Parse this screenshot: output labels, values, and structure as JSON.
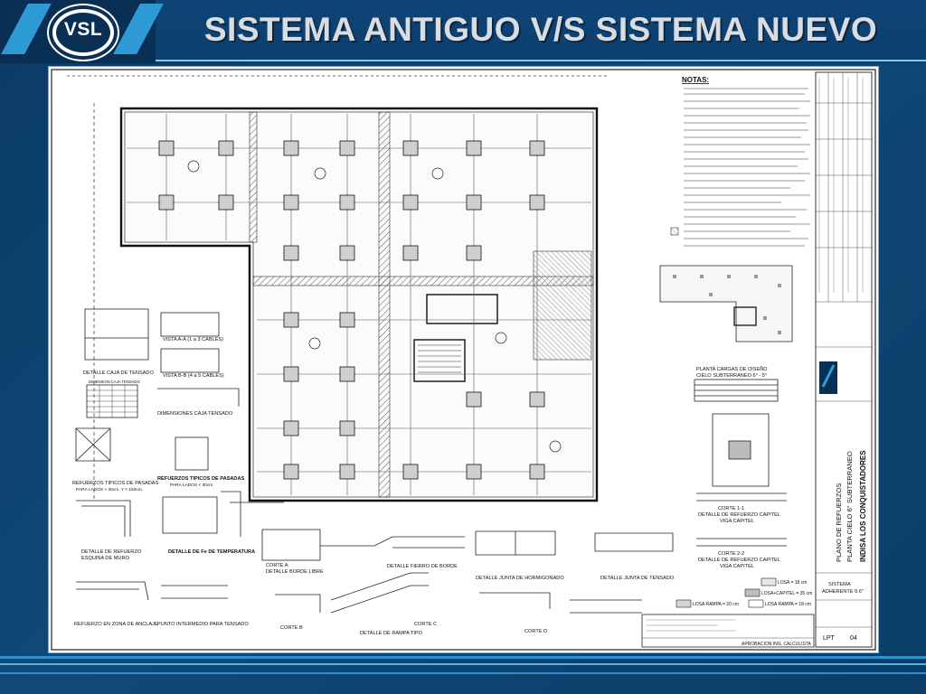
{
  "header": {
    "logo": "VSL",
    "title": "SISTEMA ANTIGUO V/S SISTEMA NUEVO"
  },
  "drawing": {
    "notes_title": "NOTAS:",
    "sections": {
      "vista_aa": "VISTA A-A (1 a 3 CABLES)",
      "vista_bb": "VISTA B-B (4 a 5 CABLES)",
      "detalle_caja": "DETALLE CAJA DE TENSADO",
      "dimensiones_caja_titulo": "DIMENSION CAJA TENSADO",
      "dimensiones_caja": "DIMENSIONES CAJA TENSADO",
      "refuerzos_pasadas_a": "REFUERZOS TIPICOS DE PASADAS",
      "pasadas_lados_a": "PARA LADOS > 30cm. Y < 160cm.",
      "refuerzos_pasadas_b": "REFUERZOS TIPICOS DE PASADAS",
      "pasadas_lados_b": "PARA LADOS < 30cm.",
      "detalle_esquina": "DETALLE DE REFUERZO",
      "esquina_muro": "ESQUINA DE MURO",
      "detalle_temperatura": "DETALLE DE Fe DE TEMPERATURA",
      "refuerzo_anclaje": "REFUERZO EN ZONA DE ANCLAJE",
      "punto_intermedio": "PUNTO INTERMEDIO PARA TENSADO",
      "corte_a": "CORTE A",
      "detalle_borde_libre": "DETALLE BORDE LIBRE",
      "detalle_fierro_borde": "DETALLE FIERRO DE BORDE",
      "corte_b": "CORTE B",
      "corte_c": "CORTE C",
      "detalle_rampa": "DETALLE DE RAMPA TIPO",
      "detalle_junta_horm": "DETALLE JUNTA DE HORMIGONADO",
      "detalle_junta_tens": "DETALLE JUNTA DE TENSADO",
      "corte_d": "CORTE D",
      "planta_cargas": "PLANTA CARGAS DE DISEÑO",
      "cielo_sub": "CIELO SUBTERRANEO 6° - 5°",
      "corte_11": "CORTE 1-1",
      "detalle_capitel": "DETALLE DE REFUERZO CAPITEL",
      "viga_capitel": "VIGA CAPITEL",
      "corte_22": "CORTE 2-2",
      "detalle_capitel_2": "DETALLE DE REFUERZO CAPITEL",
      "viga_capitel_2": "VIGA CAPITEL"
    },
    "legend": {
      "losa": "LOSA = 18 cm",
      "losa_capitel": "LOSA+CAPITEL = 35 cm",
      "losa_rampa_a": "LOSA RAMPA = 20 cm",
      "losa_rampa_b": "LOSA RAMPA = 18 cm"
    },
    "title_block": {
      "plano": "PLANO DE REFUERZOS",
      "planta": "PLANTA CIELO 6° SUBTERRANEO",
      "proyecto": "INDISA LOS CONQUISTADORES",
      "sistema": "SISTEMA",
      "adherente": "ADHERENTE 0.6\"",
      "aprobacion": "APROBACION ING. CALCULISTA",
      "code": "LPT",
      "sheet": "04"
    }
  },
  "colors": {
    "background": "#0d3b63",
    "accent": "#2d9ad6",
    "paper": "#ffffff",
    "ink": "#1a1a1a"
  }
}
